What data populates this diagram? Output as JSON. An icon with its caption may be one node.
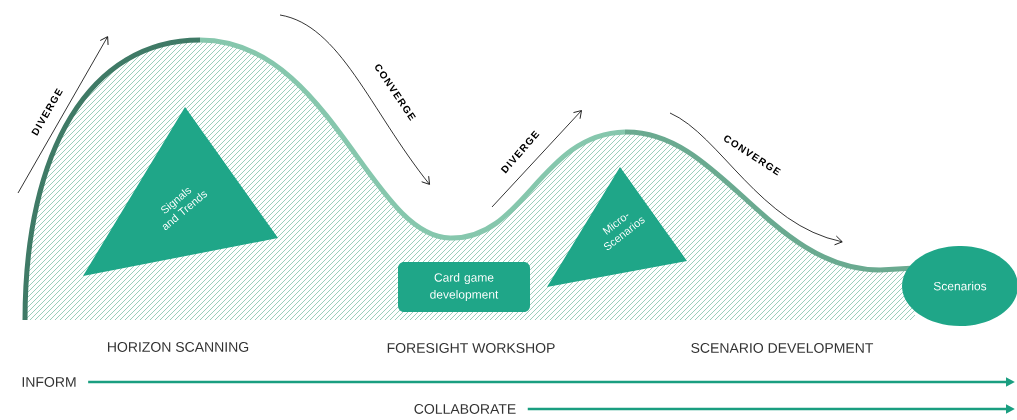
{
  "diagram": {
    "nodes": [
      {
        "text": [
          "Signals and Trends"
        ]
      },
      {
        "text": [
          "Card game development"
        ]
      },
      {
        "text": [
          "Micro-Scenarios"
        ]
      },
      {
        "text": [
          "Scenarios"
        ]
      },
      {
        "text": [
          "INFORM"
        ]
      },
      {
        "text": [
          "COLLABORATE"
        ]
      }
    ],
    "edges": [
      {
        "from": 4,
        "to": null,
        "arrow": "to"
      },
      {
        "from": 5,
        "to": null,
        "arrow": "to"
      }
    ],
    "labels": [
      "DIVERGE",
      "CONVERGE",
      "DIVERGE",
      "CONVERGE",
      "HORIZON SCANNING",
      "FORESIGHT WORKSHOP",
      "SCENARIO DEVELOPMENT"
    ]
  }
}
